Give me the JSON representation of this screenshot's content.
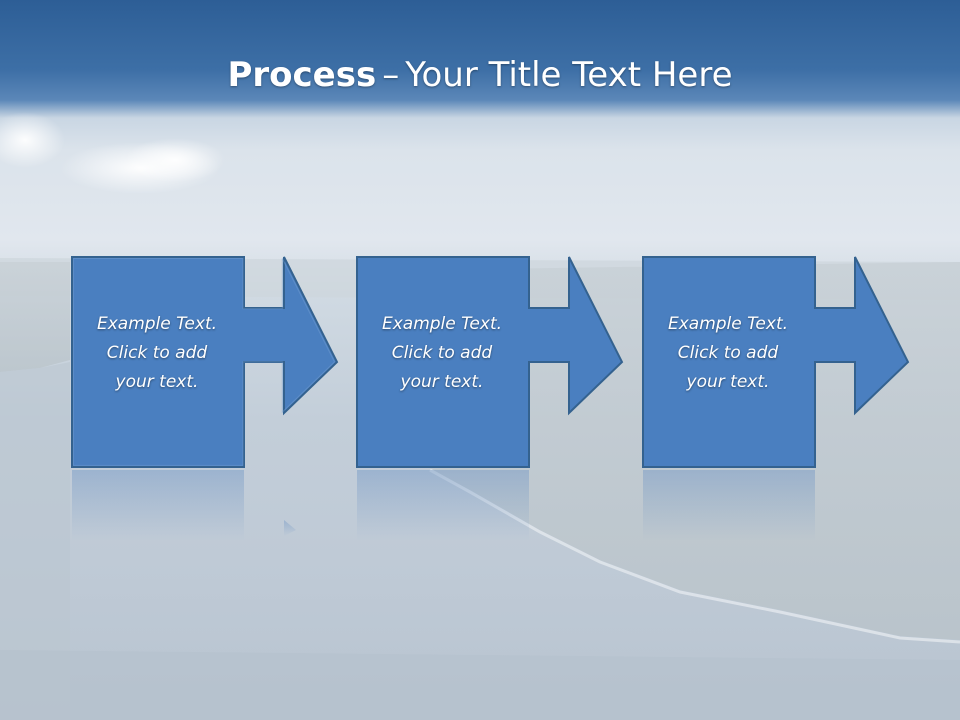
{
  "slide": {
    "title_bold": "Process",
    "title_dash": "–",
    "title_rest": "Your Title Text Here"
  },
  "steps": [
    {
      "line1": "Example Text.",
      "line2": "Click  to add",
      "line3": "your text."
    },
    {
      "line1": "Example Text.",
      "line2": "Click  to add",
      "line3": "your text."
    },
    {
      "line1": "Example Text.",
      "line2": "Click  to add",
      "line3": "your text."
    }
  ],
  "colors": {
    "shape_fill": "#4a7fc0",
    "shape_stroke": "#34628f",
    "header_band": "#2d5e96"
  }
}
